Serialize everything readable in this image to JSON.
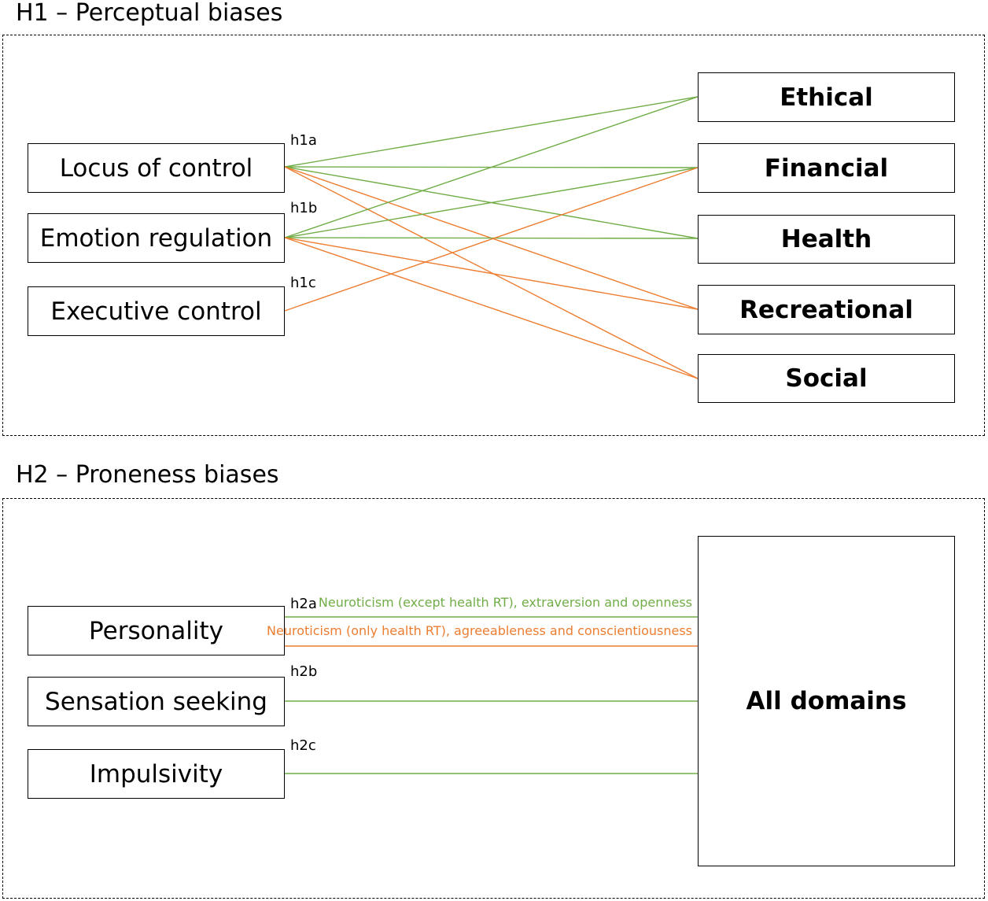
{
  "colors": {
    "positive": "#70ad47",
    "negative": "#ed7d31",
    "text": "#000000"
  },
  "h1": {
    "title": "H1 – Perceptual biases",
    "predictors": [
      {
        "id": "loc",
        "label": "Locus of control",
        "hyp": "h1a"
      },
      {
        "id": "emo",
        "label": "Emotion regulation",
        "hyp": "h1b"
      },
      {
        "id": "exe",
        "label": "Executive control",
        "hyp": "h1c"
      }
    ],
    "domains": [
      {
        "id": "ethical",
        "label": "Ethical"
      },
      {
        "id": "financial",
        "label": "Financial"
      },
      {
        "id": "health",
        "label": "Health"
      },
      {
        "id": "recreational",
        "label": "Recreational"
      },
      {
        "id": "social",
        "label": "Social"
      }
    ],
    "links": [
      {
        "from": "loc",
        "to": "ethical",
        "effect": "positive"
      },
      {
        "from": "loc",
        "to": "financial",
        "effect": "positive"
      },
      {
        "from": "loc",
        "to": "health",
        "effect": "positive"
      },
      {
        "from": "loc",
        "to": "recreational",
        "effect": "negative"
      },
      {
        "from": "loc",
        "to": "social",
        "effect": "negative"
      },
      {
        "from": "emo",
        "to": "ethical",
        "effect": "positive"
      },
      {
        "from": "emo",
        "to": "financial",
        "effect": "positive"
      },
      {
        "from": "emo",
        "to": "health",
        "effect": "positive"
      },
      {
        "from": "emo",
        "to": "recreational",
        "effect": "negative"
      },
      {
        "from": "emo",
        "to": "social",
        "effect": "negative"
      },
      {
        "from": "exe",
        "to": "financial",
        "effect": "negative"
      }
    ]
  },
  "h2": {
    "title": "H2 – Proneness biases",
    "predictors": [
      {
        "id": "per",
        "label": "Personality",
        "hyp": "h2a"
      },
      {
        "id": "sen",
        "label": "Sensation seeking",
        "hyp": "h2b"
      },
      {
        "id": "imp",
        "label": "Impulsivity",
        "hyp": "h2c"
      }
    ],
    "target": {
      "id": "all",
      "label": "All domains"
    },
    "links": [
      {
        "from": "per",
        "effect": "positive",
        "note": "Neuroticism (except health RT), extraversion and openness"
      },
      {
        "from": "per",
        "effect": "negative",
        "note": "Neuroticism (only health RT), agreeableness and conscientiousness"
      },
      {
        "from": "sen",
        "effect": "positive",
        "note": ""
      },
      {
        "from": "imp",
        "effect": "positive",
        "note": ""
      }
    ]
  }
}
